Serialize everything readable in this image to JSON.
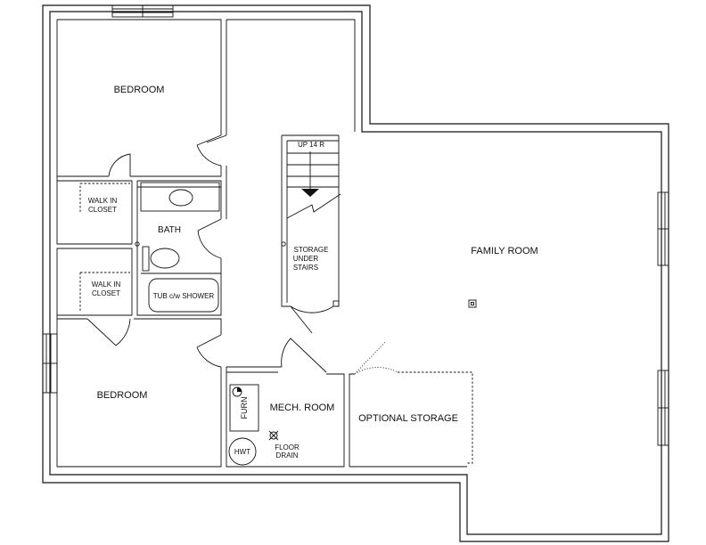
{
  "rooms": {
    "bedroom_top": "BEDROOM",
    "bedroom_bottom": "BEDROOM",
    "walk_in_closet_top": [
      "WALK IN",
      "CLOSET"
    ],
    "walk_in_closet_bottom": [
      "WALK IN",
      "CLOSET"
    ],
    "bath": "BATH",
    "tub": "TUB c/w SHOWER",
    "stairs_up": "UP 14 R",
    "storage_under_stairs": [
      "STORAGE",
      "UNDER",
      "STAIRS"
    ],
    "family_room": "FAMILY ROOM",
    "mech_room": "MECH. ROOM",
    "furnace": "FURN",
    "hot_water_tank": "HWT",
    "floor_drain": [
      "FLOOR",
      "DRAIN"
    ],
    "optional_storage": "OPTIONAL STORAGE"
  }
}
